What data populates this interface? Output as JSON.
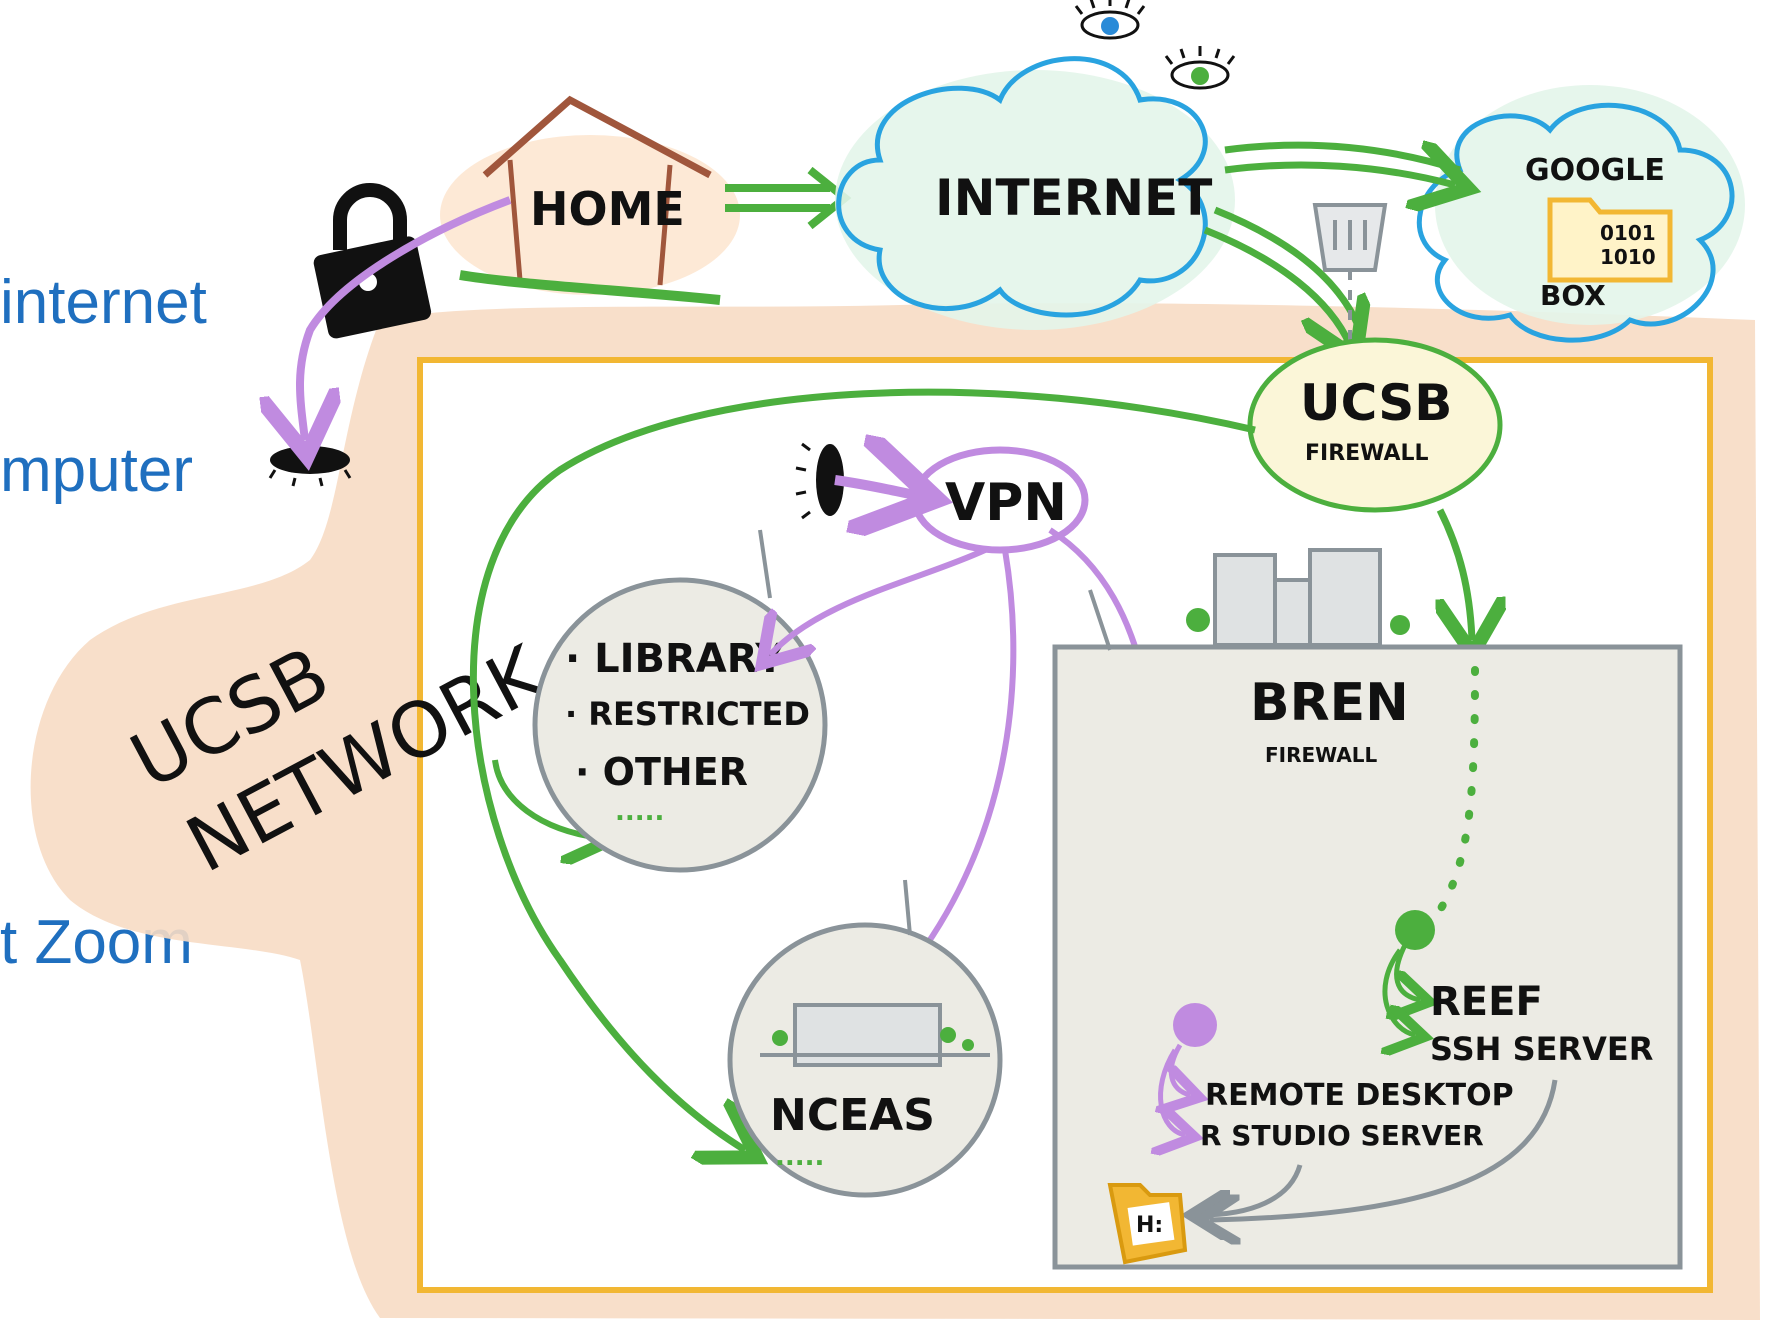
{
  "side_labels": {
    "internet": "internet",
    "computer": "mputer",
    "zoom": "t Zoom"
  },
  "nodes": {
    "home": "HOME",
    "internet": "INTERNET",
    "google": "GOOGLE",
    "box": "BOX",
    "binary_line1": "0101",
    "binary_line2": "1010",
    "ucsb": "UCSB",
    "ucsb_firewall": "FIREWALL",
    "vpn": "VPN",
    "network_line1": "UCSB",
    "network_line2": "NETWORK",
    "library": "· LIBRARY",
    "restricted": "· RESTRICTED",
    "other": "· OTHER",
    "library_more": ".....",
    "bren": "BREN",
    "bren_firewall": "FIREWALL",
    "nceas": "NCEAS",
    "nceas_more": ".....",
    "reef": "REEF",
    "ssh_server": "SSH SERVER",
    "remote_desktop": "REMOTE DESKTOP",
    "rstudio_server": "R STUDIO SERVER",
    "h_drive": "H:"
  },
  "colors": {
    "blue_label": "#1f6fbf",
    "green_arrow": "#4caf3e",
    "purple_arrow": "#c08be0",
    "cloud_blue": "#29a3e0",
    "ucsb_box": "#f2b733",
    "network_blob": "#f7dcc4",
    "bren_box": "#8a9399",
    "house": "#a0563c",
    "folder": "#f2b733"
  }
}
